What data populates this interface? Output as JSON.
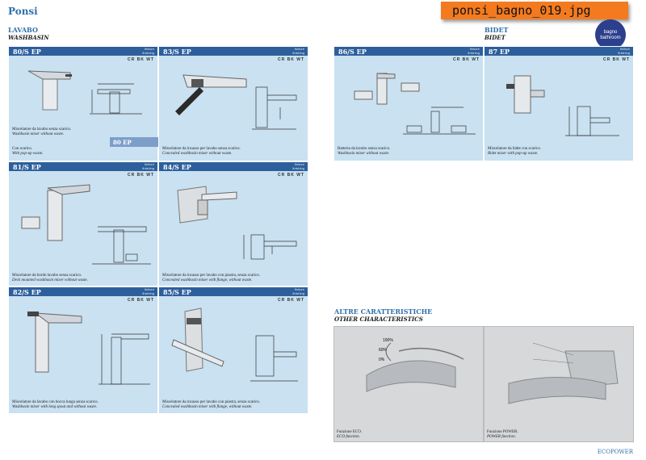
{
  "brand": "Ponsi",
  "file_label": "ponsi_bagno_019.jpg",
  "badge": {
    "line1": "bagno",
    "line2": "bathroom"
  },
  "sections": {
    "washbasin": {
      "title": "LAVABO",
      "subtitle": "WASHBASIN"
    },
    "bidet": {
      "title": "BIDET",
      "subtitle": "BIDET"
    },
    "other": {
      "title": "ALTRE CARATTERISTICHE",
      "subtitle": "OTHER CHARACTERISTICS"
    }
  },
  "finish_label": {
    "it": "finiture",
    "en": "finishing"
  },
  "finish_codes": "CR  BK  WT",
  "products": [
    {
      "code": "80/S EP",
      "desc_it": "Miscelatore da lavabo senza scarico.",
      "desc_en": "Washbasin mixer without waste.",
      "extra_it": "Con scarico.",
      "extra_en": "With pop-up waste.",
      "sub_code": "80 EP"
    },
    {
      "code": "83/S EP",
      "desc_it": "Miscelatore da incasso per lavabo senza scarico.",
      "desc_en": "Concealed washbasin mixer without waste."
    },
    {
      "code": "86/S EP",
      "desc_it": "Batteria da lavabo senza scarico.",
      "desc_en": "Washbasin mixer without waste."
    },
    {
      "code": "87 EP",
      "desc_it": "Miscelatore da bidet con scarico.",
      "desc_en": "Bidet mixer with pop-up waste."
    },
    {
      "code": "81/S EP",
      "desc_it": "Miscelatore da bordo lavabo senza scarico.",
      "desc_en": "Deck mounted washbasin mixer without waste."
    },
    {
      "code": "84/S EP",
      "desc_it": "Miscelatore da incasso per lavabo con piastra, senza scarico.",
      "desc_en": "Concealed washbasin mixer with flange, without waste."
    },
    {
      "code": "82/S EP",
      "desc_it": "Miscelatore da lavabo con bocca lunga senza scarico.",
      "desc_en": "Washbasin mixer with long spout and without waste."
    },
    {
      "code": "85/S EP",
      "desc_it": "Miscelatore da incasso per lavabo con piastra, senza scarico.",
      "desc_en": "Concealed washbasin mixer with flange, without waste."
    }
  ],
  "features": [
    {
      "title": "Funzione ECO.",
      "subtitle": "ECO function.",
      "marks": [
        "100%",
        "60%",
        "0%"
      ]
    },
    {
      "title": "Funzione POWER.",
      "subtitle": "POWER function."
    }
  ],
  "footer": "ECOPOWER"
}
